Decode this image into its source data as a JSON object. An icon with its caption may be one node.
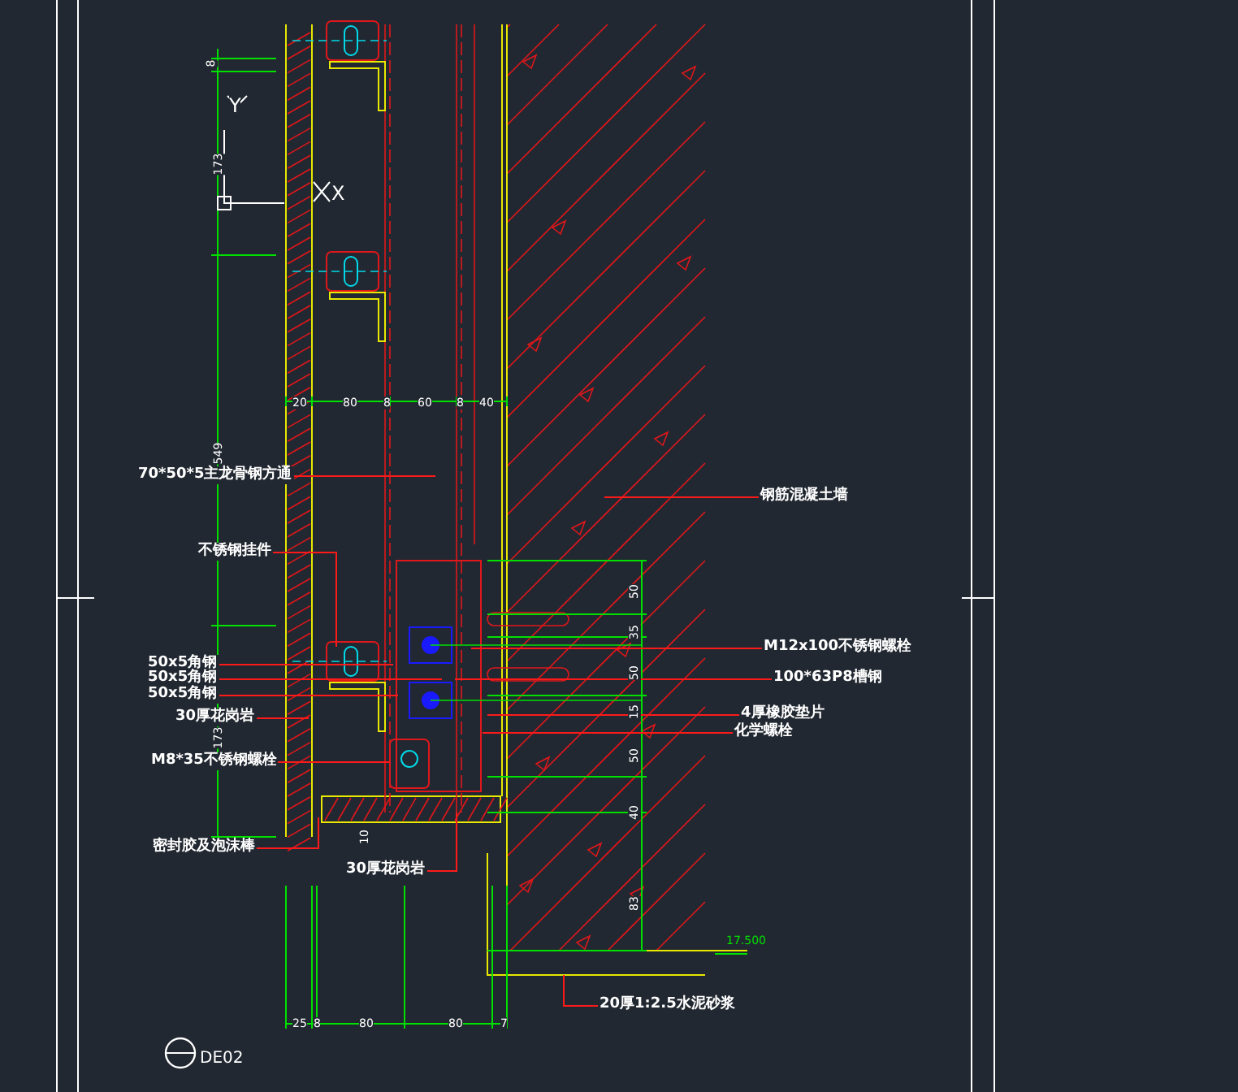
{
  "diagram": {
    "nodes": [
      {
        "text": [
          "70*50*5主龙骨钢方通"
        ]
      },
      {
        "text": [
          "不锈钢挂件"
        ]
      },
      {
        "text": [
          "50x5角钢"
        ]
      },
      {
        "text": [
          "50x5角钢"
        ]
      },
      {
        "text": [
          "50x5角钢"
        ]
      },
      {
        "text": [
          "30厚花岗岩"
        ]
      },
      {
        "text": [
          "M8*35不锈钢螺栓"
        ]
      },
      {
        "text": [
          "密封胶及泡沫棒"
        ]
      },
      {
        "text": [
          "30厚花岗岩"
        ]
      },
      {
        "text": [
          "钢筋混凝土墙"
        ]
      },
      {
        "text": [
          "M12x100不锈钢螺栓"
        ]
      },
      {
        "text": [
          "100*63P8槽钢"
        ]
      },
      {
        "text": [
          "4厚橡胶垫片"
        ]
      },
      {
        "text": [
          "化学螺栓"
        ]
      },
      {
        "text": [
          "20厚1:2.5水泥砂浆"
        ]
      }
    ],
    "edges": [
      {
        "from": 0,
        "to": null,
        "arrow": "none"
      },
      {
        "from": 1,
        "to": null,
        "arrow": "none"
      },
      {
        "from": 2,
        "to": null,
        "arrow": "none"
      },
      {
        "from": 3,
        "to": null,
        "arrow": "none"
      },
      {
        "from": 4,
        "to": null,
        "arrow": "none"
      },
      {
        "from": 5,
        "to": null,
        "arrow": "none"
      },
      {
        "from": 6,
        "to": null,
        "arrow": "none"
      },
      {
        "from": 7,
        "to": null,
        "arrow": "none"
      },
      {
        "from": 8,
        "to": null,
        "arrow": "none"
      },
      {
        "from": 9,
        "to": null,
        "arrow": "none"
      },
      {
        "from": 10,
        "to": null,
        "arrow": "none"
      },
      {
        "from": 11,
        "to": null,
        "arrow": "none"
      },
      {
        "from": 12,
        "to": null,
        "arrow": "none"
      },
      {
        "from": 13,
        "to": null,
        "arrow": "none"
      },
      {
        "from": 14,
        "to": null,
        "arrow": "none"
      }
    ],
    "labels": [
      "Y",
      "X",
      "8",
      "173",
      "549",
      "173",
      "20",
      "80",
      "8",
      "60",
      "8",
      "40",
      "50",
      "35",
      "50",
      "15",
      "50",
      "40",
      "83",
      "10",
      "25",
      "8",
      "80",
      "80",
      "7",
      "17.500",
      "DE02"
    ]
  }
}
